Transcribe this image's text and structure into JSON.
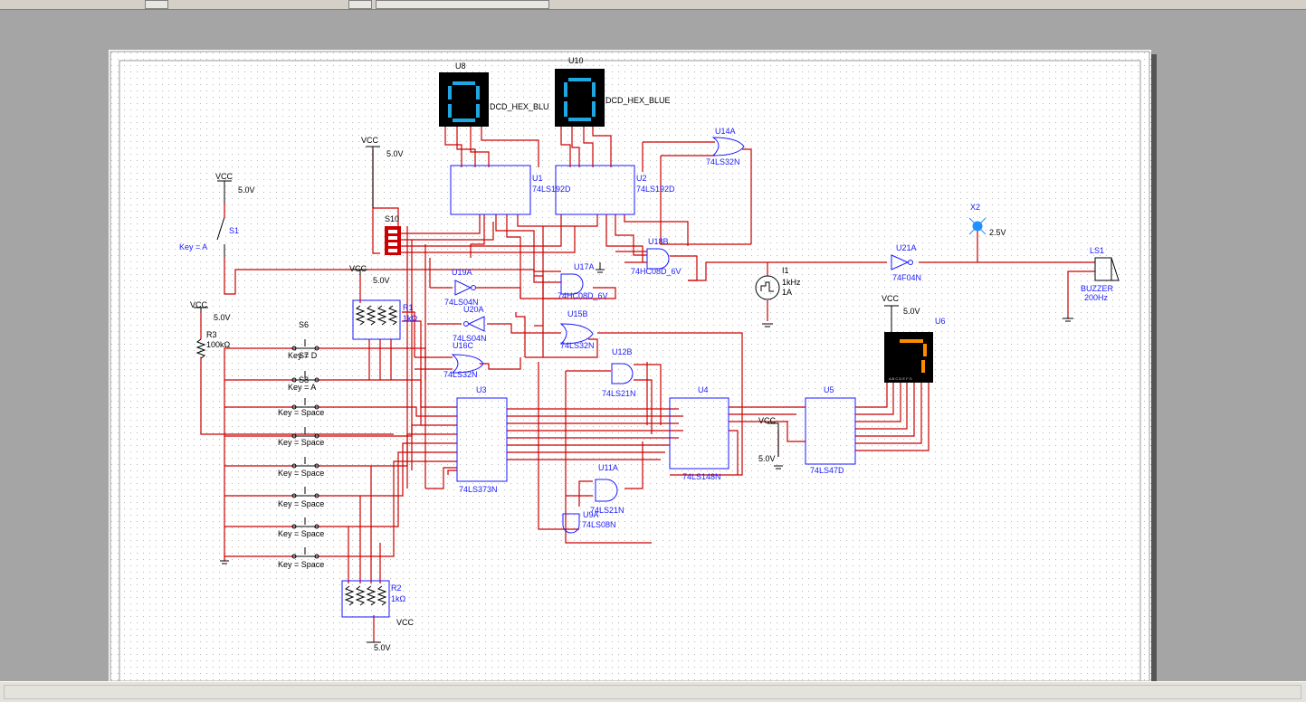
{
  "labels": {
    "u8": "U8",
    "u10": "U10",
    "hex1": "DCD_HEX_BLU",
    "hex2": "DCD_HEX_BLUE",
    "u1": "U1",
    "u1_part": "74LS192D",
    "u2": "U2",
    "u2_part": "74LS192D",
    "u14a": "U14A",
    "u14a_part": "74LS32N",
    "vcc": "VCC",
    "v50": "5.0V",
    "v50b": "5.0V",
    "s10": "S10",
    "s1": "S1",
    "key_a": "Key = A",
    "x2": "X2",
    "v25": "2.5V",
    "ls1": "LS1",
    "buzzer": "BUZZER",
    "buzzer_freq": "200Hz",
    "u21a": "U21A",
    "u21a_part": "74F04N",
    "u18b": "U18B",
    "u18b_part": "74HC08D_6V",
    "i1": "I1",
    "i1_freq": "1kHz",
    "i1_amp": "1A",
    "u19a": "U19A",
    "u19a_part": "74LS04N",
    "u17a": "U17A",
    "u17a_part": "74HC08D_6V",
    "u20a": "U20A",
    "u20a_part": "74LS04N",
    "u15b": "U15B",
    "u15b_part": "74LS32N",
    "u16c": "U16C",
    "u16c_part": "74LS32N",
    "r1": "R1",
    "r1_val": "1kΩ",
    "r3": "R3",
    "r3_val": "100kΩ",
    "s6": "S6",
    "s7": "S7",
    "key_d": "Key = D",
    "s8": "S8",
    "key_a2": "Key = A",
    "key_space": "Key = Space",
    "u3": "U3",
    "u3_part": "74LS373N",
    "u12b": "U12B",
    "u12b_part": "74LS21N",
    "u4": "U4",
    "u4_part": "74LS148N",
    "u5": "U5",
    "u5_part": "74LS47D",
    "u6": "U6",
    "u11a": "U11A",
    "u11a_part": "74LS21N",
    "u9a": "U9A",
    "u9a_part": "74LS08N",
    "r2": "R2",
    "r2_val": "1kΩ"
  },
  "displays": {
    "u8_digit": "0",
    "u10_digit": "0",
    "u6_digit": "7",
    "u6_pins": "A B C D E F G"
  },
  "colors": {
    "wire": "#cc0000",
    "part": "#1a1aff",
    "label": "#000000",
    "probe": "#1e90ff",
    "segment_blue": "#1ea7e0",
    "segment_orange": "#ff8c00"
  }
}
